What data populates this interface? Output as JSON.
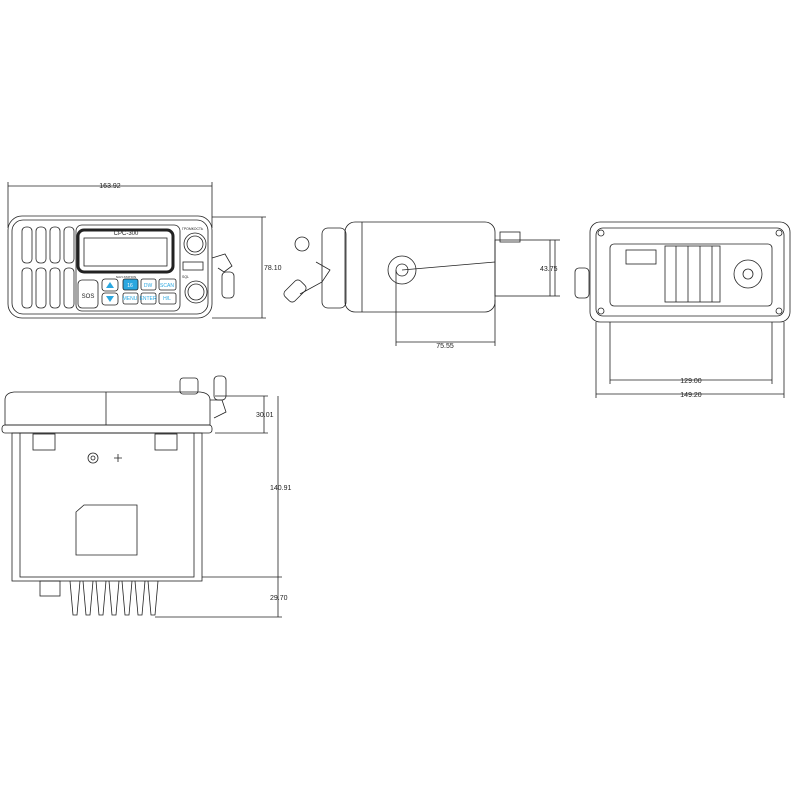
{
  "model": "CPC-300",
  "brand": "NAVI-STATION",
  "front": {
    "width": "163.92",
    "height": "78.10",
    "knob_top_label": "ГРОМКОСТЬ",
    "knob_bottom_label": "SQL",
    "buttons": {
      "sos": "SOS",
      "ch16": "16",
      "dw": "DW",
      "scan": "SCAN",
      "menu": "MENU",
      "enter": "ENTER",
      "hl": "H/L"
    }
  },
  "side": {
    "depth_to_mount": "75.55",
    "height": "43.75"
  },
  "rear": {
    "inner_width": "129.00",
    "outer_width": "149.20"
  },
  "bottom": {
    "front_depth": "30.01",
    "body_depth": "140.91",
    "rear_connectors": "29.70"
  },
  "colors": {
    "line": "#222222",
    "accent": "#2aa7e0"
  }
}
